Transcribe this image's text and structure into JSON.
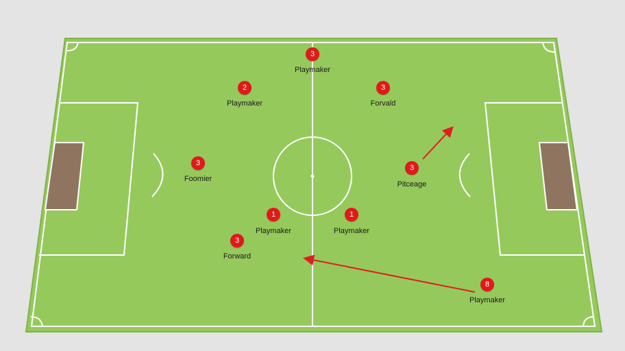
{
  "colors": {
    "background": "#e3e4e3",
    "pitch_fill": "#96c95c",
    "pitch_border": "#7fb348",
    "lines": "#ffffff",
    "goal_fill": "#8f7560",
    "player": "#e11919",
    "arrow": "#dd1f1f"
  },
  "players": [
    {
      "number": "3",
      "label": "Playmaker"
    },
    {
      "number": "2",
      "label": "Playmaker"
    },
    {
      "number": "3",
      "label": "Forvald"
    },
    {
      "number": "3",
      "label": "Foomier"
    },
    {
      "number": "3",
      "label": "Pitceage"
    },
    {
      "number": "1",
      "label": "Playmaker"
    },
    {
      "number": "1",
      "label": "Playmaker"
    },
    {
      "number": "3",
      "label": "Forward"
    },
    {
      "number": "8",
      "label": "Playmaker"
    }
  ],
  "arrows": [
    {
      "from_player": "Pitceage",
      "direction": "up-right"
    },
    {
      "from_player": "Playmaker (8)",
      "direction": "left toward centre"
    }
  ]
}
